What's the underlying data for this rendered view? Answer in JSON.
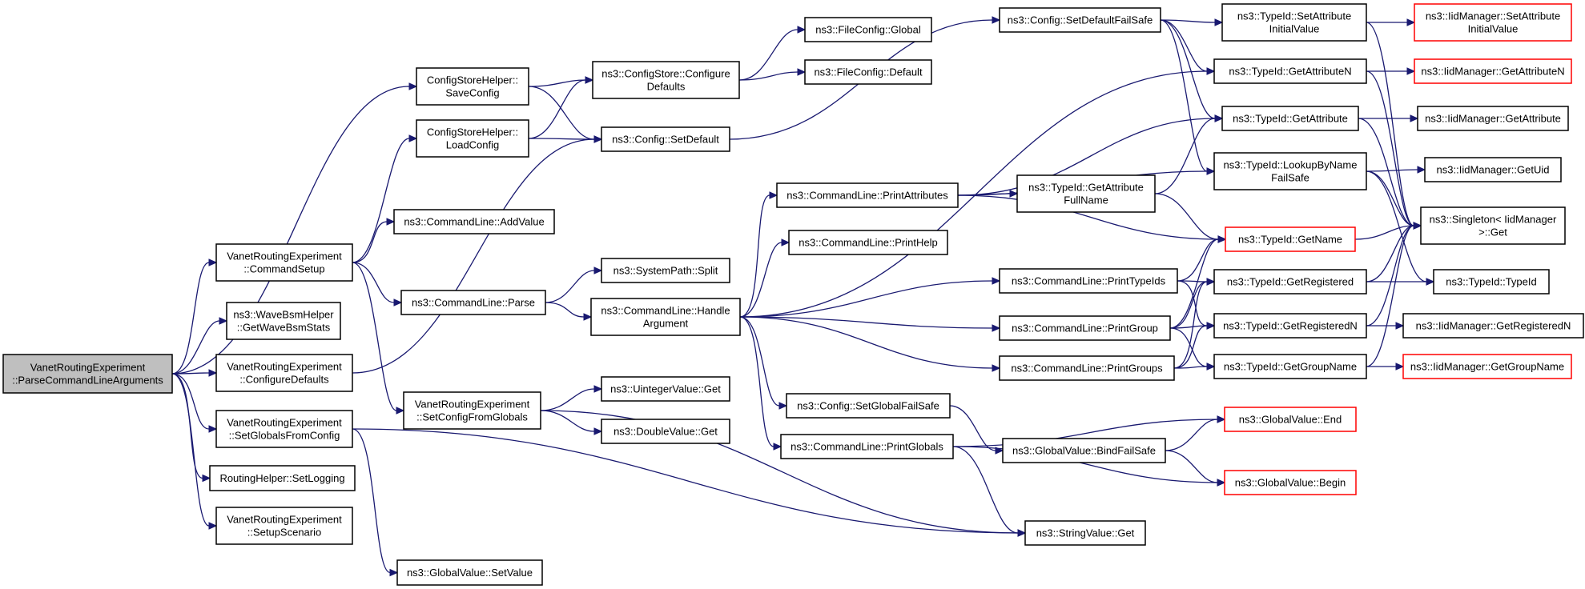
{
  "diagram": {
    "nodes": [
      {
        "id": "root",
        "lines": [
          "VanetRoutingExperiment",
          "::ParseCommandLineArguments"
        ],
        "style": "root"
      },
      {
        "id": "csh_save",
        "lines": [
          "ConfigStoreHelper::",
          "SaveConfig"
        ],
        "style": "normal"
      },
      {
        "id": "csh_load",
        "lines": [
          "ConfigStoreHelper::",
          "LoadConfig"
        ],
        "style": "normal"
      },
      {
        "id": "cmdsetup",
        "lines": [
          "VanetRoutingExperiment",
          "::CommandSetup"
        ],
        "style": "normal"
      },
      {
        "id": "wavebsm",
        "lines": [
          "ns3::WaveBsmHelper",
          "::GetWaveBsmStats"
        ],
        "style": "normal"
      },
      {
        "id": "confdefaults",
        "lines": [
          "VanetRoutingExperiment",
          "::ConfigureDefaults"
        ],
        "style": "normal"
      },
      {
        "id": "setglobals",
        "lines": [
          "VanetRoutingExperiment",
          "::SetGlobalsFromConfig"
        ],
        "style": "normal"
      },
      {
        "id": "routinglog",
        "lines": [
          "RoutingHelper::SetLogging"
        ],
        "style": "normal"
      },
      {
        "id": "setupscen",
        "lines": [
          "VanetRoutingExperiment",
          "::SetupScenario"
        ],
        "style": "normal"
      },
      {
        "id": "cs_configdefaults",
        "lines": [
          "ns3::ConfigStore::Configure",
          "Defaults"
        ],
        "style": "normal"
      },
      {
        "id": "config_setdefault",
        "lines": [
          "ns3::Config::SetDefault"
        ],
        "style": "normal"
      },
      {
        "id": "cl_addvalue",
        "lines": [
          "ns3::CommandLine::AddValue"
        ],
        "style": "normal"
      },
      {
        "id": "cl_parse",
        "lines": [
          "ns3::CommandLine::Parse"
        ],
        "style": "normal"
      },
      {
        "id": "setconfigglobals",
        "lines": [
          "VanetRoutingExperiment",
          "::SetConfigFromGlobals"
        ],
        "style": "normal"
      },
      {
        "id": "gv_setvalue",
        "lines": [
          "ns3::GlobalValue::SetValue"
        ],
        "style": "normal"
      },
      {
        "id": "fc_global",
        "lines": [
          "ns3::FileConfig::Global"
        ],
        "style": "normal"
      },
      {
        "id": "fc_default",
        "lines": [
          "ns3::FileConfig::Default"
        ],
        "style": "normal"
      },
      {
        "id": "sp_split",
        "lines": [
          "ns3::SystemPath::Split"
        ],
        "style": "normal"
      },
      {
        "id": "cl_handle",
        "lines": [
          "ns3::CommandLine::Handle",
          "Argument"
        ],
        "style": "normal"
      },
      {
        "id": "uint_get",
        "lines": [
          "ns3::UintegerValue::Get"
        ],
        "style": "normal"
      },
      {
        "id": "double_get",
        "lines": [
          "ns3::DoubleValue::Get"
        ],
        "style": "normal"
      },
      {
        "id": "config_setdefaultfs",
        "lines": [
          "ns3::Config::SetDefaultFailSafe"
        ],
        "style": "normal"
      },
      {
        "id": "cl_printattrs",
        "lines": [
          "ns3::CommandLine::PrintAttributes"
        ],
        "style": "normal"
      },
      {
        "id": "cl_printhelp",
        "lines": [
          "ns3::CommandLine::PrintHelp"
        ],
        "style": "normal"
      },
      {
        "id": "cl_printtypeids",
        "lines": [
          "ns3::CommandLine::PrintTypeIds"
        ],
        "style": "normal"
      },
      {
        "id": "cl_printgroup",
        "lines": [
          "ns3::CommandLine::PrintGroup"
        ],
        "style": "normal"
      },
      {
        "id": "cl_printgroups",
        "lines": [
          "ns3::CommandLine::PrintGroups"
        ],
        "style": "normal"
      },
      {
        "id": "config_setglobalfs",
        "lines": [
          "ns3::Config::SetGlobalFailSafe"
        ],
        "style": "normal"
      },
      {
        "id": "cl_printglobals",
        "lines": [
          "ns3::CommandLine::PrintGlobals"
        ],
        "style": "normal"
      },
      {
        "id": "gv_bindfs",
        "lines": [
          "ns3::GlobalValue::BindFailSafe"
        ],
        "style": "normal"
      },
      {
        "id": "string_get",
        "lines": [
          "ns3::StringValue::Get"
        ],
        "style": "normal"
      },
      {
        "id": "typeid_getattrfullname",
        "lines": [
          "ns3::TypeId::GetAttribute",
          "FullName"
        ],
        "style": "normal"
      },
      {
        "id": "typeid_setattrinit",
        "lines": [
          "ns3::TypeId::SetAttribute",
          "InitialValue"
        ],
        "style": "normal"
      },
      {
        "id": "typeid_getattrn",
        "lines": [
          "ns3::TypeId::GetAttributeN"
        ],
        "style": "normal"
      },
      {
        "id": "typeid_getattr",
        "lines": [
          "ns3::TypeId::GetAttribute"
        ],
        "style": "normal"
      },
      {
        "id": "typeid_lookup",
        "lines": [
          "ns3::TypeId::LookupByName",
          "FailSafe"
        ],
        "style": "normal"
      },
      {
        "id": "typeid_getname",
        "lines": [
          "ns3::TypeId::GetName"
        ],
        "style": "red"
      },
      {
        "id": "typeid_getregistered",
        "lines": [
          "ns3::TypeId::GetRegistered"
        ],
        "style": "normal"
      },
      {
        "id": "typeid_getregisteredn",
        "lines": [
          "ns3::TypeId::GetRegisteredN"
        ],
        "style": "normal"
      },
      {
        "id": "typeid_getgroupname",
        "lines": [
          "ns3::TypeId::GetGroupName"
        ],
        "style": "normal"
      },
      {
        "id": "gv_end",
        "lines": [
          "ns3::GlobalValue::End"
        ],
        "style": "red"
      },
      {
        "id": "gv_begin",
        "lines": [
          "ns3::GlobalValue::Begin"
        ],
        "style": "red"
      },
      {
        "id": "iid_setattrinit",
        "lines": [
          "ns3::IidManager::SetAttribute",
          "InitialValue"
        ],
        "style": "red"
      },
      {
        "id": "iid_getattrn",
        "lines": [
          "ns3::IidManager::GetAttributeN"
        ],
        "style": "red"
      },
      {
        "id": "iid_getattr",
        "lines": [
          "ns3::IidManager::GetAttribute"
        ],
        "style": "normal"
      },
      {
        "id": "iid_getuid",
        "lines": [
          "ns3::IidManager::GetUid"
        ],
        "style": "normal"
      },
      {
        "id": "singleton_get",
        "lines": [
          "ns3::Singleton< IidManager",
          ">::Get"
        ],
        "style": "normal"
      },
      {
        "id": "typeid_typeid",
        "lines": [
          "ns3::TypeId::TypeId"
        ],
        "style": "normal"
      },
      {
        "id": "iid_getregisteredn",
        "lines": [
          "ns3::IidManager::GetRegisteredN"
        ],
        "style": "normal"
      },
      {
        "id": "iid_getgroupname",
        "lines": [
          "ns3::IidManager::GetGroupName"
        ],
        "style": "red"
      }
    ],
    "edges": [
      [
        "root",
        "csh_save"
      ],
      [
        "root",
        "cmdsetup"
      ],
      [
        "root",
        "wavebsm"
      ],
      [
        "root",
        "confdefaults"
      ],
      [
        "root",
        "setglobals"
      ],
      [
        "root",
        "routinglog"
      ],
      [
        "root",
        "setupscen"
      ],
      [
        "csh_save",
        "cs_configdefaults"
      ],
      [
        "csh_save",
        "config_setdefault"
      ],
      [
        "csh_load",
        "cs_configdefaults"
      ],
      [
        "csh_load",
        "config_setdefault"
      ],
      [
        "cmdsetup",
        "csh_load"
      ],
      [
        "cmdsetup",
        "cl_addvalue"
      ],
      [
        "cmdsetup",
        "cl_parse"
      ],
      [
        "cmdsetup",
        "setconfigglobals"
      ],
      [
        "confdefaults",
        "config_setdefault"
      ],
      [
        "setglobals",
        "gv_setvalue"
      ],
      [
        "setglobals",
        "string_get"
      ],
      [
        "cs_configdefaults",
        "fc_global"
      ],
      [
        "cs_configdefaults",
        "fc_default"
      ],
      [
        "config_setdefault",
        "config_setdefaultfs"
      ],
      [
        "cl_parse",
        "sp_split"
      ],
      [
        "cl_parse",
        "cl_handle"
      ],
      [
        "setconfigglobals",
        "uint_get"
      ],
      [
        "setconfigglobals",
        "double_get"
      ],
      [
        "setconfigglobals",
        "string_get"
      ],
      [
        "cl_handle",
        "typeid_getattrn"
      ],
      [
        "cl_handle",
        "cl_printattrs"
      ],
      [
        "cl_handle",
        "cl_printhelp"
      ],
      [
        "cl_handle",
        "cl_printtypeids"
      ],
      [
        "cl_handle",
        "cl_printgroup"
      ],
      [
        "cl_handle",
        "cl_printgroups"
      ],
      [
        "cl_handle",
        "config_setglobalfs"
      ],
      [
        "cl_handle",
        "cl_printglobals"
      ],
      [
        "config_setdefaultfs",
        "typeid_setattrinit"
      ],
      [
        "config_setdefaultfs",
        "typeid_getattrn"
      ],
      [
        "config_setdefaultfs",
        "typeid_getattr"
      ],
      [
        "config_setdefaultfs",
        "typeid_lookup"
      ],
      [
        "cl_printattrs",
        "typeid_getattr"
      ],
      [
        "cl_printattrs",
        "typeid_lookup"
      ],
      [
        "cl_printattrs",
        "typeid_getattrfullname"
      ],
      [
        "cl_printattrs",
        "typeid_getname"
      ],
      [
        "cl_printtypeids",
        "typeid_getname"
      ],
      [
        "cl_printtypeids",
        "typeid_getregistered"
      ],
      [
        "cl_printtypeids",
        "typeid_getregisteredn"
      ],
      [
        "cl_printgroup",
        "typeid_getname"
      ],
      [
        "cl_printgroup",
        "typeid_getregistered"
      ],
      [
        "cl_printgroup",
        "typeid_getregisteredn"
      ],
      [
        "cl_printgroup",
        "typeid_getgroupname"
      ],
      [
        "cl_printgroups",
        "typeid_getregistered"
      ],
      [
        "cl_printgroups",
        "typeid_getregisteredn"
      ],
      [
        "cl_printgroups",
        "typeid_getgroupname"
      ],
      [
        "config_setglobalfs",
        "gv_bindfs"
      ],
      [
        "cl_printglobals",
        "gv_end"
      ],
      [
        "cl_printglobals",
        "gv_begin"
      ],
      [
        "cl_printglobals",
        "string_get"
      ],
      [
        "gv_bindfs",
        "gv_end"
      ],
      [
        "gv_bindfs",
        "gv_begin"
      ],
      [
        "typeid_getattrfullname",
        "typeid_getattr"
      ],
      [
        "typeid_getattrfullname",
        "typeid_getname"
      ],
      [
        "typeid_setattrinit",
        "iid_setattrinit"
      ],
      [
        "typeid_setattrinit",
        "singleton_get"
      ],
      [
        "typeid_getattrn",
        "iid_getattrn"
      ],
      [
        "typeid_getattrn",
        "singleton_get"
      ],
      [
        "typeid_getattr",
        "iid_getattr"
      ],
      [
        "typeid_getattr",
        "singleton_get"
      ],
      [
        "typeid_lookup",
        "iid_getuid"
      ],
      [
        "typeid_lookup",
        "singleton_get"
      ],
      [
        "typeid_lookup",
        "typeid_typeid"
      ],
      [
        "typeid_getname",
        "singleton_get"
      ],
      [
        "typeid_getregistered",
        "singleton_get"
      ],
      [
        "typeid_getregistered",
        "typeid_typeid"
      ],
      [
        "typeid_getregisteredn",
        "iid_getregisteredn"
      ],
      [
        "typeid_getregisteredn",
        "singleton_get"
      ],
      [
        "typeid_getgroupname",
        "iid_getgroupname"
      ],
      [
        "typeid_getgroupname",
        "singleton_get"
      ]
    ]
  }
}
